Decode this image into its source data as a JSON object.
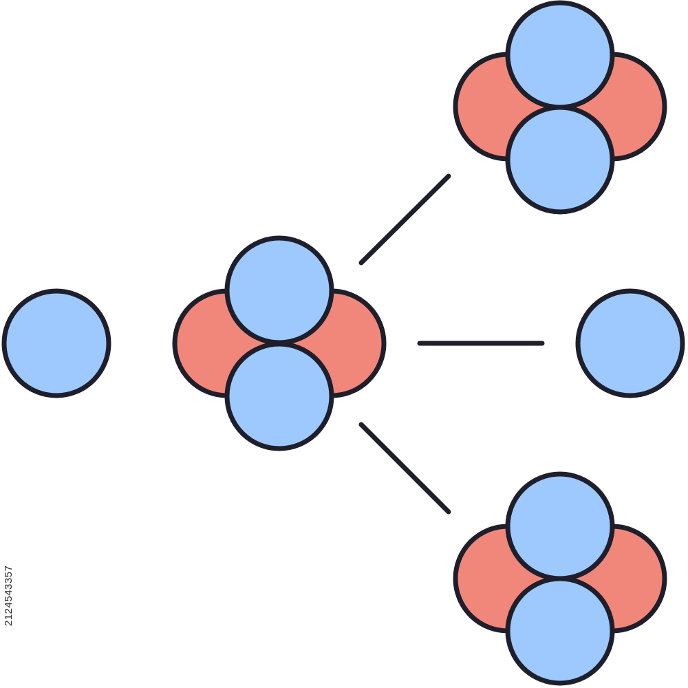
{
  "colors": {
    "neutron": "#9ec9ff",
    "proton": "#f1877a",
    "outline": "#1e1f2b",
    "background": "#ffffff"
  },
  "nodes": [
    {
      "name": "single-neutron-left",
      "kind": "neutron"
    },
    {
      "name": "central-nucleus",
      "kind": "nucleus"
    },
    {
      "name": "top-right-nucleus",
      "kind": "nucleus"
    },
    {
      "name": "single-neutron-right",
      "kind": "neutron"
    },
    {
      "name": "bottom-right-nucleus",
      "kind": "nucleus"
    }
  ],
  "connectors": [
    {
      "name": "connector-upper",
      "from": "central-nucleus",
      "to": "top-right-nucleus"
    },
    {
      "name": "connector-middle",
      "from": "central-nucleus",
      "to": "single-neutron-right"
    },
    {
      "name": "connector-lower",
      "from": "central-nucleus",
      "to": "bottom-right-nucleus"
    }
  ],
  "watermark_id": "2124543357"
}
